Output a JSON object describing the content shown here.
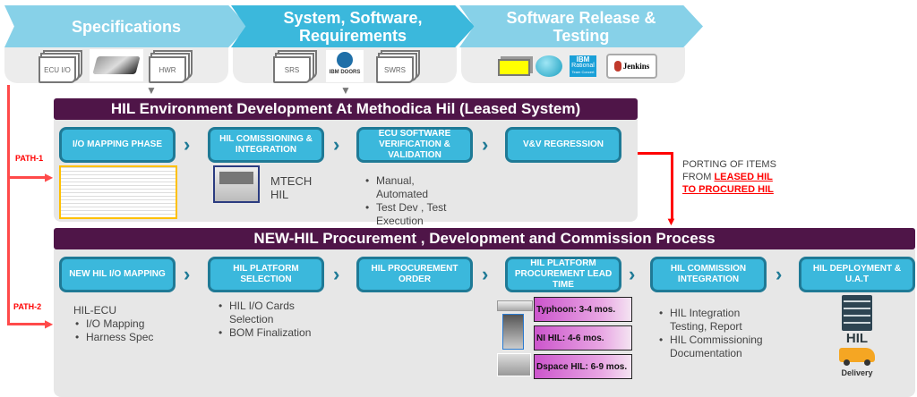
{
  "phases": [
    {
      "label": "Specifications"
    },
    {
      "label": "System, Software, Requirements"
    },
    {
      "label": "Software Release & Testing"
    }
  ],
  "spec_docs": [
    "ECU I/O",
    "HWR"
  ],
  "req_docs": [
    "SRS",
    "SWRS"
  ],
  "ibm_doors": "IBM DOORS",
  "ibm_rational": {
    "line1": "IBM",
    "line2": "Rational",
    "line3": "Team Concert"
  },
  "jenkins": "Jenkins",
  "leased": {
    "title": "HIL Environment Development At Methodica Hil (Leased System)",
    "steps": [
      "I/O MAPPING PHASE",
      "HIL COMISSIONING & INTEGRATION",
      "ECU SOFTWARE VERIFICATION & VALIDATION",
      "V&V REGRESSION"
    ],
    "mtech": "MTECH HIL",
    "bullets": [
      "Manual, Automated",
      "Test Dev , Test Execution"
    ]
  },
  "path1": "PATH-1",
  "path2": "PATH-2",
  "porting": {
    "line1": "PORTING OF ITEMS",
    "from": "FROM ",
    "leased": "LEASED HIL",
    "to": "TO ",
    "procured": "PROCURED HIL"
  },
  "newhil": {
    "title": "NEW-HIL Procurement , Development and  Commission Process",
    "steps": [
      "NEW HIL I/O MAPPING",
      "HIL PLATFORM SELECTION",
      "HIL PROCUREMENT ORDER",
      "HIL PLATFORM PROCUREMENT LEAD TIME",
      "HIL COMMISSION INTEGRATION",
      "HIL DEPLOYMENT & U.A.T"
    ],
    "col1_heading": "HIL-ECU",
    "col1_bullets": [
      "I/O Mapping",
      "Harness Spec"
    ],
    "col2_bullets": [
      "HIL I/O Cards Selection",
      "BOM Finalization"
    ],
    "lead_times": [
      "Typhoon: 3-4 mos.",
      "NI HIL: 4-6 mos.",
      "Dspace HIL: 6-9 mos."
    ],
    "col5_bullets": [
      "HIL Integration Testing, Report",
      "HIL Commissioning Documentation"
    ],
    "hil_label": "HIL",
    "delivery": "Delivery"
  },
  "colors": {
    "purple": "#4f1548",
    "blue": "#3bb8dc",
    "light_blue": "#87d1e8",
    "red": "#ff0000"
  }
}
